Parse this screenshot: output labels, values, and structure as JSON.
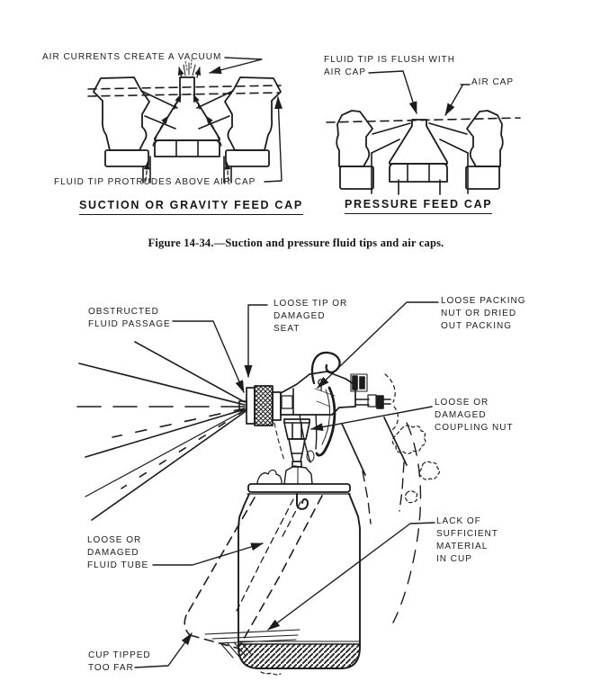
{
  "page": {
    "background_color": "#ffffff",
    "ink_color": "#1c1c1c"
  },
  "figure_caption": "Figure 14-34.—Suction and pressure fluid tips and air caps.",
  "suction_diagram": {
    "title": "SUCTION OR GRAVITY FEED CAP",
    "label_air_currents": "AIR CURRENTS CREATE A VACUUM",
    "label_fluid_tip": "FLUID TIP PROTRUDES ABOVE AIR CAP"
  },
  "pressure_diagram": {
    "title": "PRESSURE FEED CAP",
    "label_fluid_tip_flush": "FLUID TIP IS FLUSH WITH\nAIR CAP",
    "label_air_cap": "AIR CAP"
  },
  "spray_gun_diagram": {
    "label_obstructed": "OBSTRUCTED\nFLUID PASSAGE",
    "label_loose_tip": "LOOSE TIP OR\nDAMAGED\nSEAT",
    "label_loose_packing": "LOOSE PACKING\nNUT OR DRIED\nOUT PACKING",
    "label_coupling_nut": "LOOSE OR\nDAMAGED\nCOUPLING NUT",
    "label_fluid_tube": "LOOSE OR\nDAMAGED\nFLUID TUBE",
    "label_lack_material": "LACK OF\nSUFFICIENT\nMATERIAL\nIN CUP",
    "label_cup_tipped": "CUP TIPPED\nTOO FAR"
  }
}
